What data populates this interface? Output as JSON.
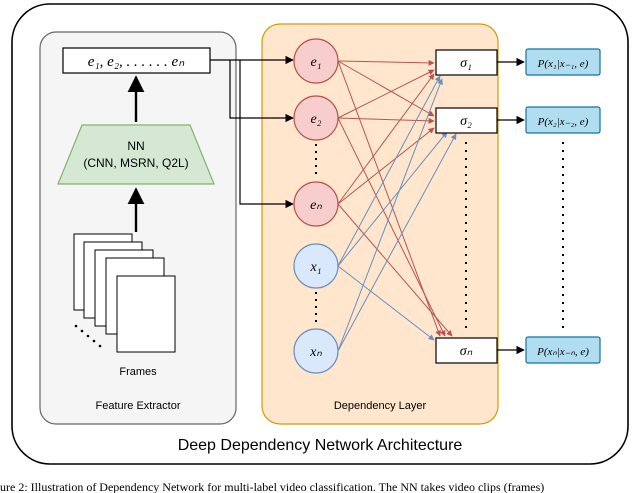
{
  "diagram": {
    "title": "Deep Dependency Network Architecture",
    "feature_extractor": {
      "label": "Feature Extractor",
      "embedding_box": "e₁, e₂, . . . . . . eₙ",
      "nn_line1": "NN",
      "nn_line2": "(CNN, MSRN, Q2L)",
      "frames_label": "Frames"
    },
    "dependency_layer": {
      "label": "Dependency Layer",
      "e_nodes": [
        "e₁",
        "e₂",
        "eₙ"
      ],
      "x_nodes": [
        "x₁",
        "xₙ"
      ],
      "sigma_nodes": [
        "σ₁",
        "σ₂",
        "σₙ"
      ],
      "outputs": [
        "P(x₁|x₋₁, e)",
        "P(x₂|x₋₂, e)",
        "P(xₙ|x₋ₙ, e)"
      ]
    },
    "caption_fragment": "ure 2: Illustration of Dependency Network for multi-label video classification. The NN takes video clips (frames)"
  },
  "colors": {
    "e_node_fill": "#f8cecc",
    "e_node_stroke": "#b85450",
    "x_node_fill": "#dae8fc",
    "x_node_stroke": "#6c8ebf",
    "nn_fill": "#d5e8d4",
    "nn_stroke": "#82b366",
    "dep_fill": "#ffe6cc",
    "dep_stroke": "#d79b00",
    "output_fill": "#b1ddf0",
    "output_stroke": "#10739e",
    "extractor_fill": "#f5f5f5",
    "extractor_stroke": "#666666",
    "red_edge": "#b85450",
    "blue_edge": "#6c8ebf"
  }
}
